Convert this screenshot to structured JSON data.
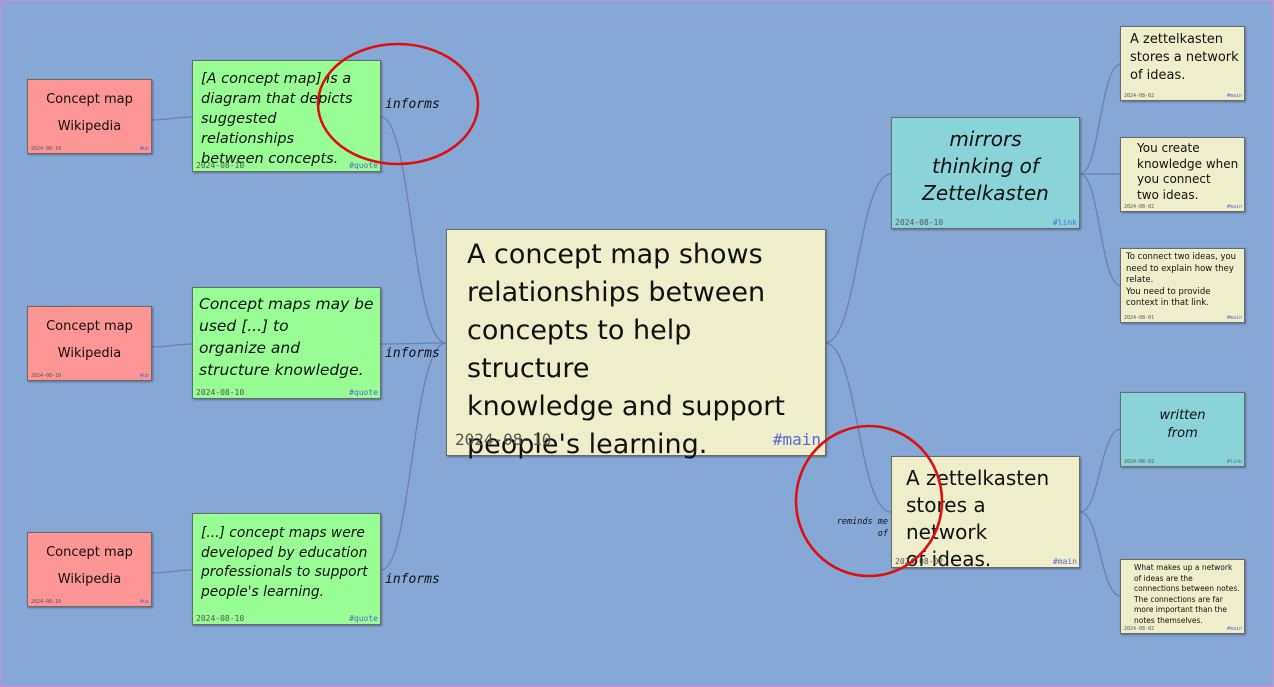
{
  "sources": [
    {
      "title": "Concept map",
      "subtitle": "Wikipedia",
      "date": "2024-08-10",
      "tag": "#ub"
    },
    {
      "title": "Concept map",
      "subtitle": "Wikipedia",
      "date": "2024-08-10",
      "tag": "#ub"
    },
    {
      "title": "Concept map",
      "subtitle": "Wikipedia",
      "date": "2024-08-10",
      "tag": "#ub"
    }
  ],
  "quotes": [
    {
      "lines": [
        "[A concept map] is a",
        "diagram that depicts",
        "suggested relationships",
        "between concepts."
      ],
      "date": "2024-08-10",
      "tag": "#quote",
      "edge": "informs"
    },
    {
      "lines": [
        "Concept maps may be",
        "used [...] to",
        "organize and",
        "structure knowledge."
      ],
      "date": "2024-08-10",
      "tag": "#quote",
      "edge": "informs"
    },
    {
      "lines": [
        "[...] concept maps were",
        "developed by education",
        "professionals to support",
        "people's learning."
      ],
      "date": "2024-08-10",
      "tag": "#quote",
      "edge": "informs"
    }
  ],
  "main": {
    "lines": [
      "A concept map shows",
      "relationships between",
      "concepts to help structure",
      "knowledge and support",
      "people's learning."
    ],
    "date": "2024-08-10",
    "tag": "#main"
  },
  "link_note": {
    "lines": [
      "mirrors",
      "thinking of",
      "Zettelkasten"
    ],
    "date": "2024-08-10",
    "tag": "#link"
  },
  "zk_note": {
    "lines": [
      "A zettelkasten",
      "stores a network",
      "of ideas."
    ],
    "date": "2024-08-02",
    "tag": "#main",
    "edge": [
      "reminds me",
      "of"
    ]
  },
  "right_notes": {
    "n1": {
      "lines": [
        "A zettelkasten",
        "stores a network",
        "of ideas."
      ],
      "date": "2024-08-02",
      "tag": "#main"
    },
    "n2": {
      "lines": [
        "You create",
        "knowledge when",
        "you connect",
        "two ideas."
      ],
      "date": "2024-08-02",
      "tag": "#main"
    },
    "n3": {
      "p1": "To connect two ideas, you need to explain how they relate.",
      "p2": "You need to provide context in that link.",
      "date": "2024-08-01",
      "tag": "#main"
    },
    "n4": {
      "lines": [
        "written",
        "from"
      ],
      "date": "2024-08-02",
      "tag": "#link"
    },
    "n5": {
      "p1": "What makes up a network of ideas are the connections between notes.",
      "p2": "The connections are far more important than the notes themselves.",
      "date": "2024-08-02",
      "tag": "#main"
    }
  },
  "colors": {
    "background": "#86a8d6",
    "link": "#6b7fb8",
    "highlight": "#dd1010"
  }
}
